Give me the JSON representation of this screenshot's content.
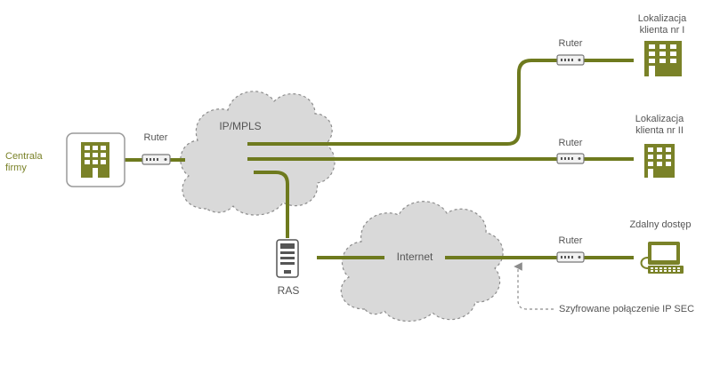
{
  "diagram": {
    "colors": {
      "line": "#6e7a1e",
      "icon_green": "#7a8228",
      "cloud_fill": "#d9d9d9",
      "cloud_stroke": "#8c8c8c",
      "text": "#555555"
    },
    "headquarters": {
      "label_line1": "Centrala",
      "label_line2": "firmy",
      "icon": "building-icon"
    },
    "router_hq": {
      "label": "Ruter",
      "icon": "router-icon"
    },
    "cloud_mpls": {
      "label": "IP/MPLS",
      "icon": "cloud-icon"
    },
    "cloud_internet": {
      "label": "Internet",
      "icon": "cloud-icon"
    },
    "ras": {
      "label": "RAS",
      "icon": "server-icon"
    },
    "router_client1": {
      "label": "Ruter"
    },
    "router_client2": {
      "label": "Ruter"
    },
    "router_remote": {
      "label": "Ruter"
    },
    "client1": {
      "label_line1": "Lokalizacja",
      "label_line2": "klienta nr I",
      "icon": "building-icon"
    },
    "client2": {
      "label_line1": "Lokalizacja",
      "label_line2": "klienta nr II",
      "icon": "building-icon"
    },
    "remote": {
      "label": "Zdalny dostęp",
      "icon": "terminal-icon"
    },
    "ipsec_note": {
      "label": "Szyfrowane połączenie IP SEC"
    }
  }
}
